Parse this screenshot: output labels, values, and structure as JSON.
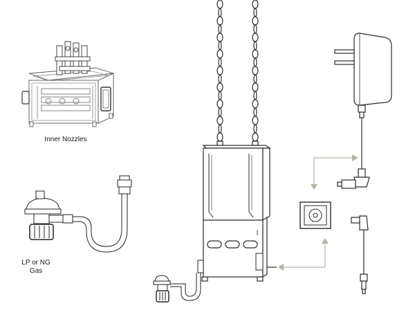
{
  "labels": {
    "inner_nozzles": "Inner Nozzles",
    "gas_line1": "LP or NG",
    "gas_line2": "Gas"
  },
  "colors": {
    "line": "#2a2a2a",
    "arrow": "#b9b2a4",
    "fill": "#ffffff",
    "shade": "#d8d8d8"
  }
}
